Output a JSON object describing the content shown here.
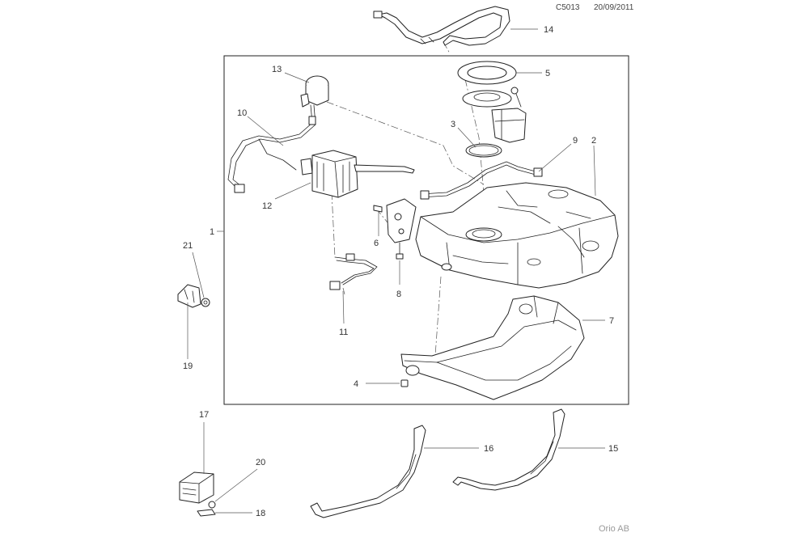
{
  "header": {
    "diagram_code": "C5013",
    "date": "20/09/2011"
  },
  "footer": {
    "publisher": "Orio AB"
  },
  "callouts": [
    "1",
    "2",
    "3",
    "4",
    "5",
    "6",
    "7",
    "8",
    "9",
    "10",
    "11",
    "12",
    "13",
    "14",
    "15",
    "16",
    "17",
    "18",
    "19",
    "20",
    "21"
  ]
}
